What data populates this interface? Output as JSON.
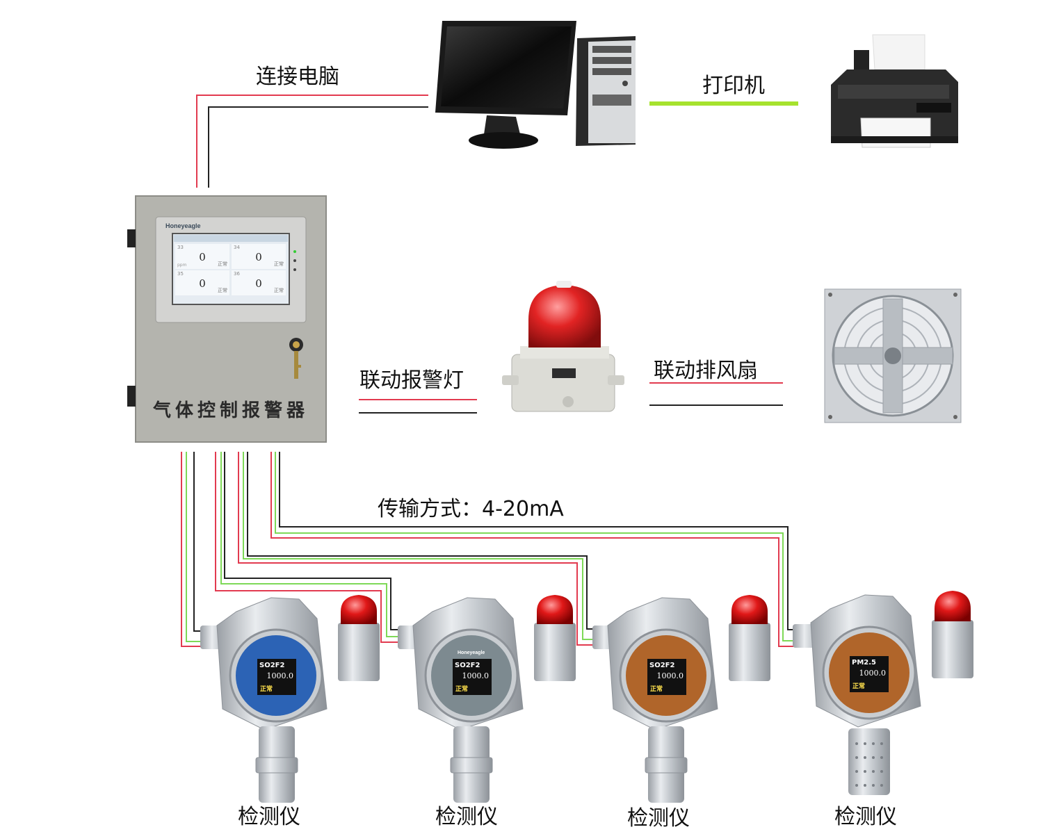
{
  "labels": {
    "pc": "连接电脑",
    "printer": "打印机",
    "alarm_light": "联动报警灯",
    "fan": "联动排风扇",
    "transmission": "传输方式：4-20mA"
  },
  "controller": {
    "title": "气体控制报警器",
    "brand": "Honeyeagle",
    "channels": [
      {
        "id": "33",
        "value": "0",
        "unit": "ppm",
        "status": "正常"
      },
      {
        "id": "34",
        "value": "0",
        "unit": "",
        "status": "正常"
      },
      {
        "id": "35",
        "value": "0",
        "unit": "",
        "status": "正常"
      },
      {
        "id": "36",
        "value": "0",
        "unit": "",
        "status": "正常"
      }
    ]
  },
  "detectors": [
    {
      "label": "检测仪",
      "gas": "SO2F2",
      "reading": "1000.0",
      "status": "正常",
      "face_color": "#2c63b5"
    },
    {
      "label": "检测仪",
      "gas": "SO2F2",
      "reading": "1000.0",
      "status": "正常",
      "face_color": "#7d8a90",
      "brand": "Honeyeagle"
    },
    {
      "label": "检测仪",
      "gas": "SO2F2",
      "reading": "1000.0",
      "status": "正常",
      "face_color": "#b0652a"
    },
    {
      "label": "检测仪",
      "gas": "PM2.5",
      "reading": "1000.0",
      "status": "正常",
      "face_color": "#b0652a"
    }
  ],
  "colors": {
    "wire_red": "#e23a4f",
    "wire_black": "#222222",
    "wire_green": "#7ed957",
    "printer_link": "#a6e22e",
    "beacon": "#e01010"
  }
}
